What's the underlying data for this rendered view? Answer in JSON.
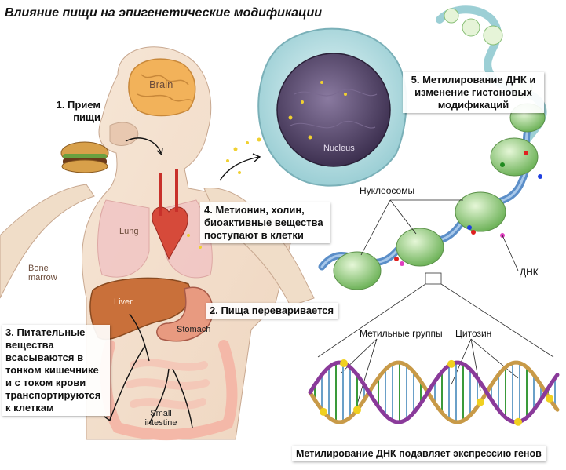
{
  "title": "Влияние пищи на эпигенетические модификации",
  "steps": {
    "s1": "1. Прием пищи",
    "s2": "2. Пища  переваривается",
    "s3": "3. Питательные вещества всасываются в тонком кишечнике и с током крови транспортируются к клеткам",
    "s4": "4. Метионин, холин, биоактивные вещества поступают в клетки",
    "s5": "5. Метилирование ДНК и изменение гистоновых модификаций"
  },
  "organs": {
    "brain": "Brain",
    "lung": "Lung",
    "bone_marrow": "Bone marrow",
    "liver": "Liver",
    "stomach": "Stomach",
    "small_intestine": "Small intestine",
    "nucleus": "Nucleus"
  },
  "labels": {
    "nucleosomes": "Нуклеосомы",
    "dna": "ДНК",
    "methyl_groups": "Метильные группы",
    "cytosine": "Цитозин",
    "bottom": "Метилирование ДНК подавляет экспрессию генов"
  },
  "colors": {
    "skin": "#f3dcc4",
    "brain": "#f2b25a",
    "liver": "#c9703a",
    "intestine": "#f4b8a8",
    "cell": "#bfe0e4",
    "nucleus": "#5b4b6e",
    "histone": "#9fd486",
    "dna_strand_a": "#b8863a",
    "dna_strand_b": "#7a3a8a"
  }
}
